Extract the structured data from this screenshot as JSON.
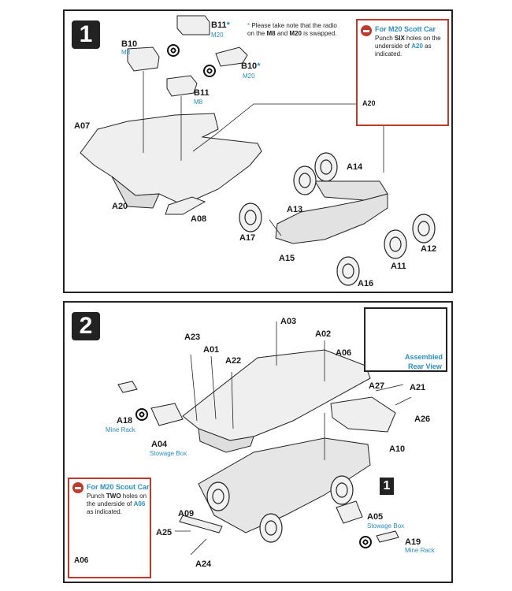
{
  "step1": {
    "number": "1",
    "labels": {
      "B11": "B11",
      "B11_sub": "M20",
      "B10": "B10",
      "B10_sub": "M8",
      "B10b": "B10",
      "B10b_sub": "M20",
      "B11b": "B11",
      "B11b_sub": "M8",
      "A07": "A07",
      "A20": "A20",
      "A08": "A08",
      "A14": "A14",
      "A13": "A13",
      "A17": "A17",
      "A15": "A15",
      "A12": "A12",
      "A11": "A11",
      "A16": "A16"
    },
    "asterisk": "*",
    "note": {
      "line1": "Please take note that the radio",
      "line2_pre": "on the ",
      "line2_m8": "M8",
      "line2_mid": " and ",
      "line2_m20": "M20",
      "line2_post": " is swapped."
    },
    "inset": {
      "title": "For M20 Scott Car",
      "line1_pre": "Punch ",
      "line1_bold": "SIX",
      "line1_post": " holes on the",
      "line2": "underside of",
      "line2_part": "A20",
      "line2_post": " as",
      "line3": "indicated.",
      "label": "A20"
    }
  },
  "step2": {
    "number": "2",
    "labels": {
      "A03": "A03",
      "A02": "A02",
      "A06": "A06",
      "A23": "A23",
      "A01": "A01",
      "A22": "A22",
      "A27": "A27",
      "A21": "A21",
      "A26": "A26",
      "A18": "A18",
      "A18_sub": "Mine Rack",
      "A04": "A04",
      "A04_sub": "Stowage Box",
      "A10": "A10",
      "A09": "A09",
      "A25": "A25",
      "A24": "A24",
      "A05": "A05",
      "A05_sub": "Stowage Box",
      "A19": "A19",
      "A19_sub": "Mine Rack",
      "A06b": "A06"
    },
    "rear_view": {
      "line1": "Assembled",
      "line2": "Rear View"
    },
    "ref_step": "1",
    "inset": {
      "title": "For M20 Scout Car",
      "line1_pre": "Punch ",
      "line1_bold": "TWO",
      "line1_post": " holes on",
      "line2_pre": "the underside of ",
      "line2_part": "A06",
      "line3": "as indicated."
    }
  },
  "colors": {
    "accent": "#2a8fc7",
    "warning": "#c0392b",
    "ink": "#1a1a1a"
  },
  "icons": [
    "no-glue-icon",
    "punch-warning-icon"
  ]
}
